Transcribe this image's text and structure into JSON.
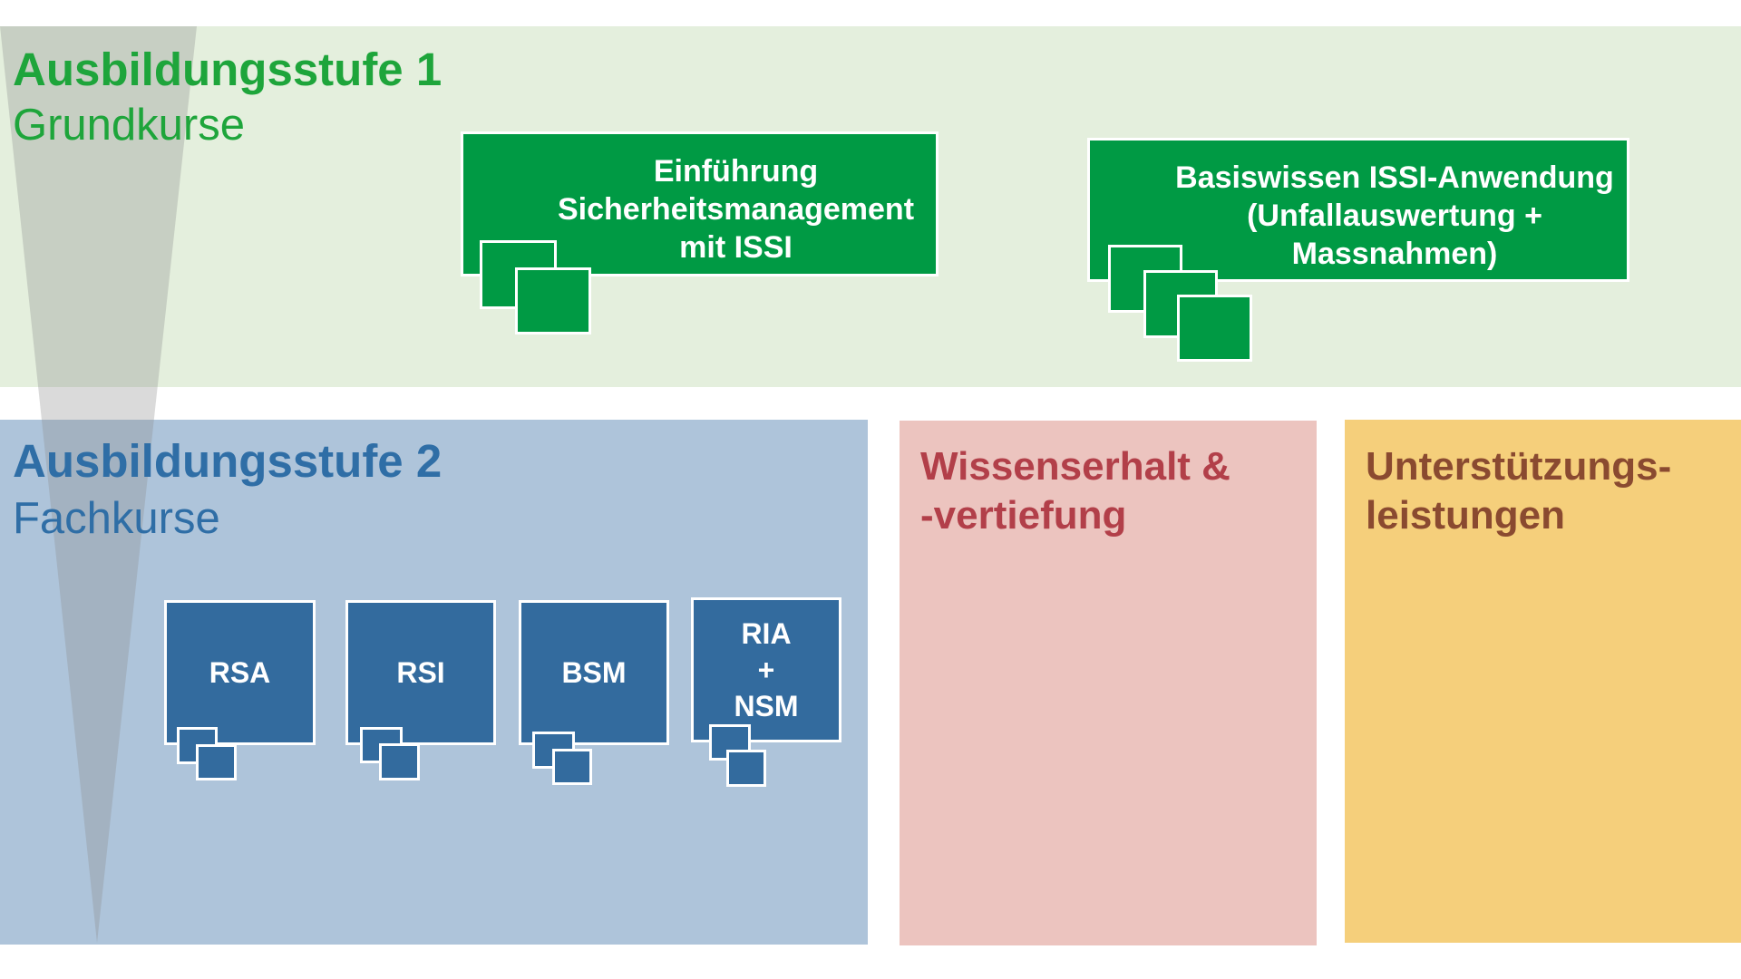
{
  "stage1": {
    "heading": "Ausbildungsstufe 1",
    "subheading": "Grundkurse",
    "color": "#1ea53b",
    "courses": [
      {
        "lines": [
          "Einführung",
          "Sicherheitsmanagement",
          "mit ISSI"
        ],
        "icon": "stacked-squares-2"
      },
      {
        "lines": [
          "Basiswissen ISSI-Anwendung",
          "(Unfallauswertung +",
          "Massnahmen)"
        ],
        "icon": "stacked-squares-3"
      }
    ]
  },
  "stage2": {
    "heading": "Ausbildungsstufe 2",
    "subheading": "Fachkurse",
    "color": "#2f6ea6",
    "courses": [
      {
        "lines": [
          "RSA"
        ]
      },
      {
        "lines": [
          "RSI"
        ]
      },
      {
        "lines": [
          "BSM"
        ]
      },
      {
        "lines": [
          "RIA",
          "+",
          "NSM"
        ]
      }
    ]
  },
  "knowledge": {
    "lines": [
      "Wissenserhalt &",
      "-vertiefung"
    ],
    "color": "#b23f49"
  },
  "support": {
    "lines": [
      "Unterstützungs-",
      "leistungen"
    ],
    "color": "#8a4a30"
  },
  "colors": {
    "stage1_panel": "#e4efdd",
    "stage1_box": "#009a44",
    "stage2_panel": "#aec4da",
    "stage2_box": "#336b9e",
    "knowledge_panel": "#ecc4bf",
    "support_panel": "#f5cf7b",
    "funnel": "#a8a8a8"
  }
}
